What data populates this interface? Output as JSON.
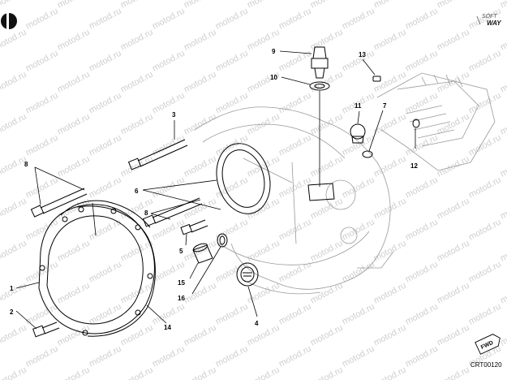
{
  "brand": {
    "line1": "SOFT",
    "line2": "WAY"
  },
  "watermark": "motod.ru",
  "drawing_code": "CRT00120",
  "fwd_label": "FWD",
  "callouts": [
    {
      "id": "c1",
      "text": "1"
    },
    {
      "id": "c2",
      "text": "2"
    },
    {
      "id": "c3",
      "text": "3"
    },
    {
      "id": "c4",
      "text": "4"
    },
    {
      "id": "c5",
      "text": "5"
    },
    {
      "id": "c6",
      "text": "6"
    },
    {
      "id": "c7",
      "text": "7"
    },
    {
      "id": "c8a",
      "text": "8"
    },
    {
      "id": "c8b",
      "text": "8"
    },
    {
      "id": "c9",
      "text": "9"
    },
    {
      "id": "c10",
      "text": "10"
    },
    {
      "id": "c11",
      "text": "11"
    },
    {
      "id": "c12",
      "text": "12"
    },
    {
      "id": "c13",
      "text": "13"
    },
    {
      "id": "c14",
      "text": "14"
    },
    {
      "id": "c15",
      "text": "15"
    },
    {
      "id": "c16",
      "text": "16"
    }
  ]
}
